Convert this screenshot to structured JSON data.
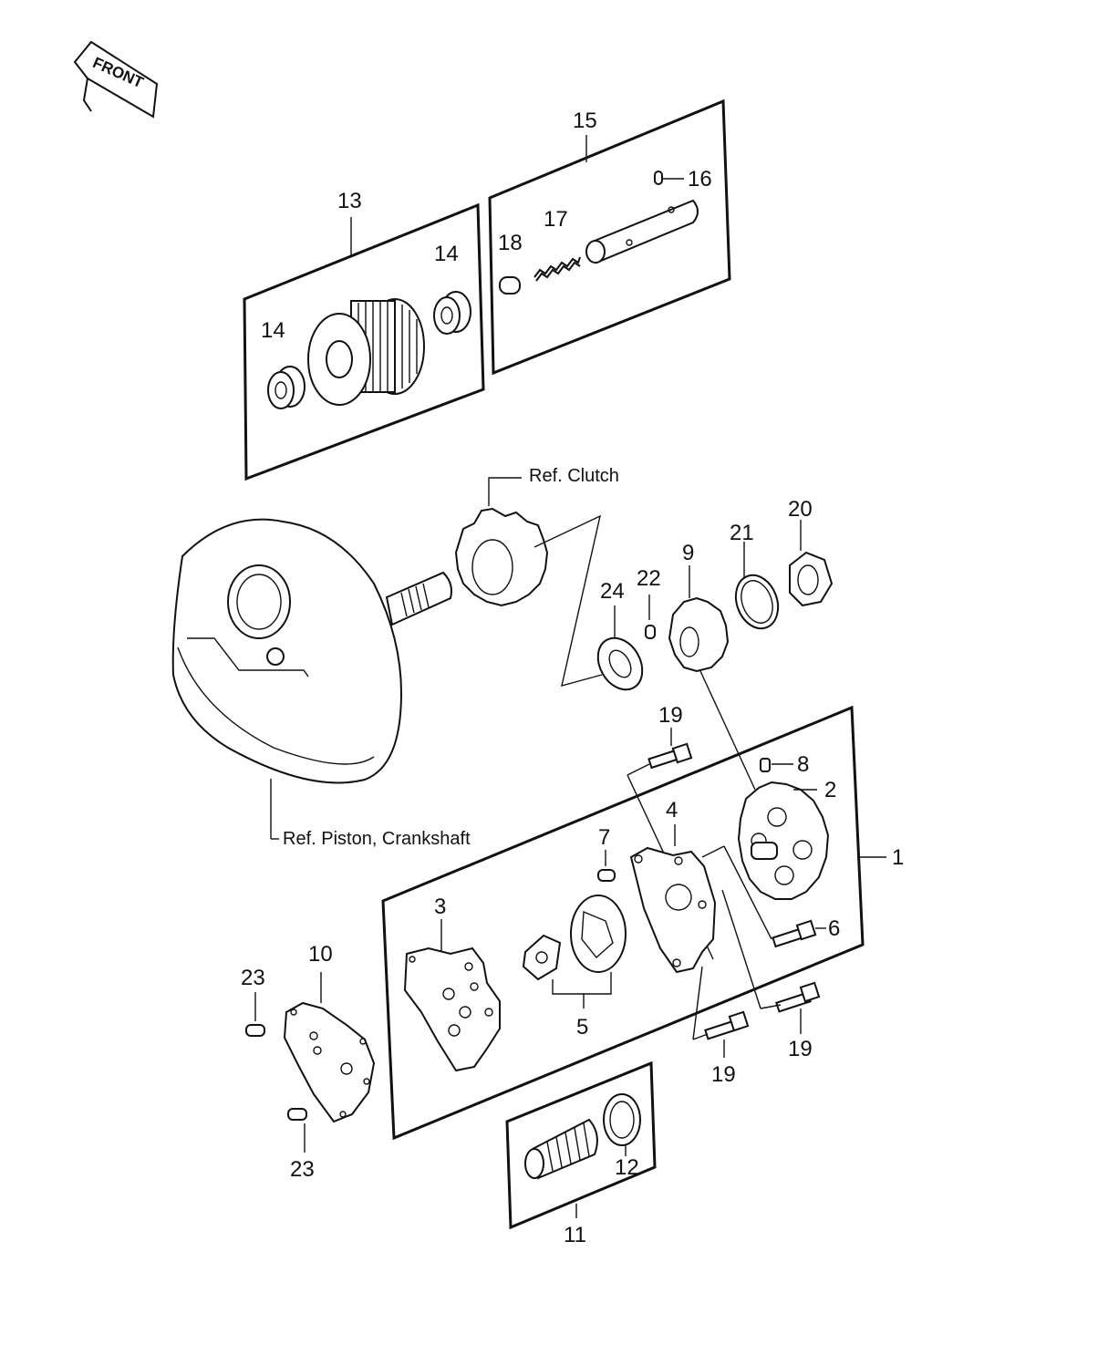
{
  "orientation_tag": "FRONT",
  "references": {
    "clutch": "Ref. Clutch",
    "piston_crankshaft": "Ref. Piston, Crankshaft"
  },
  "callouts": {
    "c1": "1",
    "c2": "2",
    "c3": "3",
    "c4": "4",
    "c5": "5",
    "c6": "6",
    "c7": "7",
    "c8": "8",
    "c9": "9",
    "c10": "10",
    "c11": "11",
    "c12": "12",
    "c13": "13",
    "c14a": "14",
    "c14b": "14",
    "c15": "15",
    "c16": "16",
    "c17": "17",
    "c18": "18",
    "c19a": "19",
    "c19b": "19",
    "c19c": "19",
    "c20": "20",
    "c21": "21",
    "c22": "22",
    "c23a": "23",
    "c23b": "23",
    "c24": "24"
  }
}
